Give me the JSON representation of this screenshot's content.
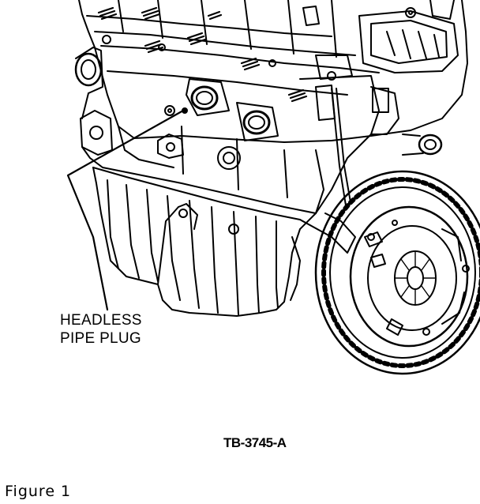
{
  "callout": {
    "line1": "HEADLESS",
    "line2": "PIPE PLUG"
  },
  "reference_code": "TB-3745-A",
  "caption": "Figure 1",
  "colors": {
    "ink": "#000000",
    "paper": "#ffffff"
  }
}
